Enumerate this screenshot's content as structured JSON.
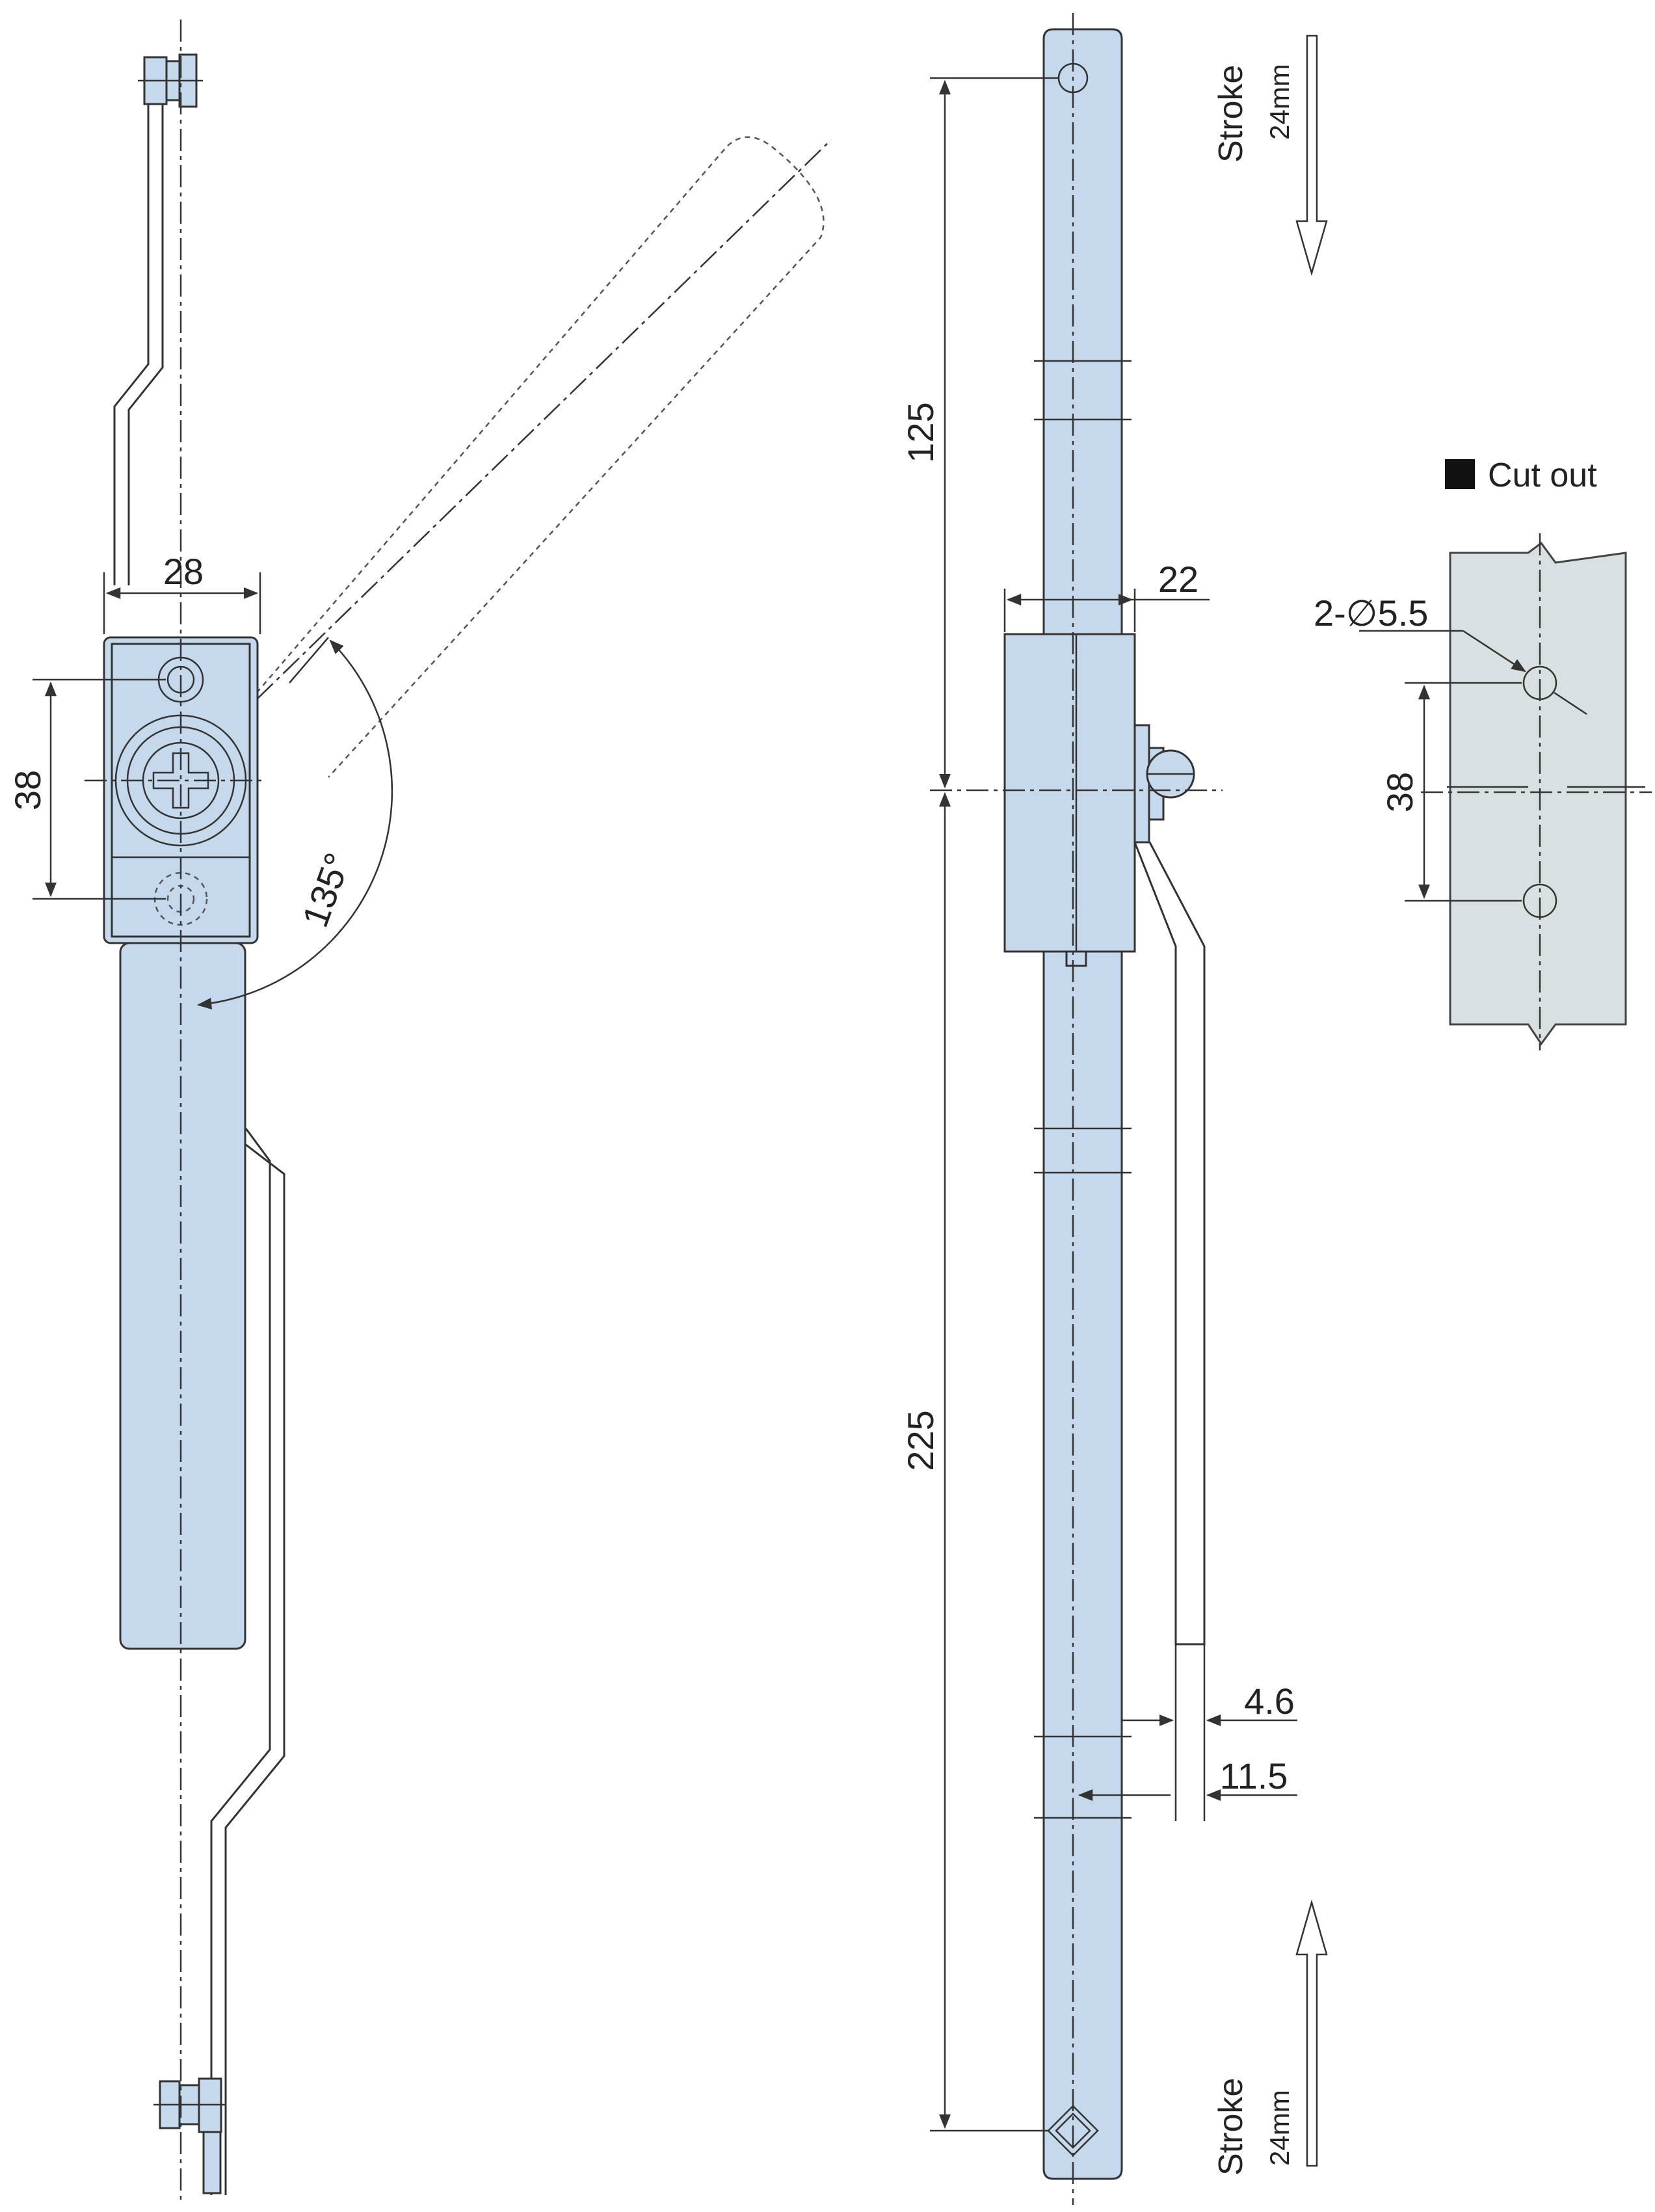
{
  "labels": {
    "stroke_top": "Stroke",
    "stroke_top_value": "24mm",
    "stroke_bottom": "Stroke",
    "stroke_bottom_value": "24mm",
    "cut_out": "Cut out"
  },
  "dimensions": {
    "front_width": "28",
    "front_pitch": "38",
    "rotation_angle": "135°",
    "side_upper_length": "125",
    "side_lower_length": "225",
    "side_width": "22",
    "rod_offset_a": "4.6",
    "rod_offset_b": "11.5",
    "cutout_holes": "2-∅5.5",
    "cutout_pitch": "38"
  },
  "colors": {
    "part_fill": "#c5d8ec",
    "panel_fill": "#d9e0e2",
    "line": "#333333"
  }
}
